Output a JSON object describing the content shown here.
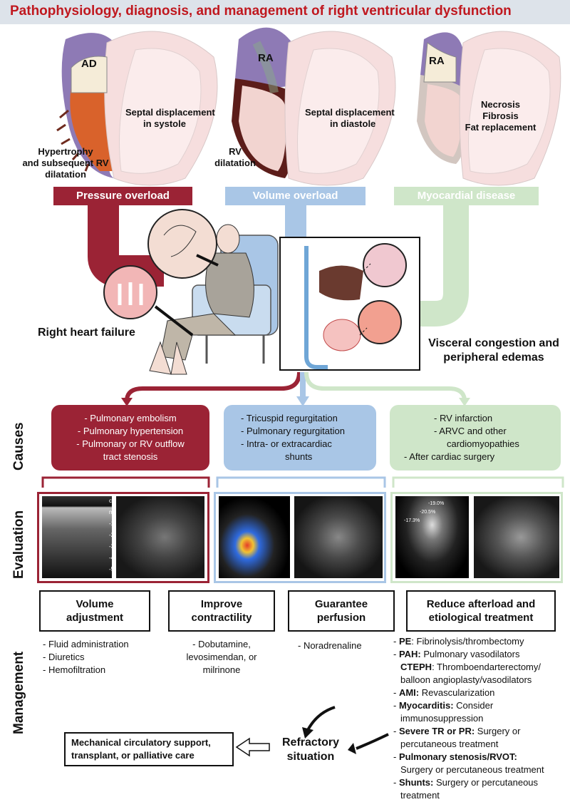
{
  "title": "Pathophysiology, diagnosis, and management of right ventricular dysfunction",
  "hearts": {
    "pressure": {
      "chamber": "AD",
      "septal": [
        "Septal displacement",
        "in systole"
      ],
      "rv": [
        "Hypertrophy",
        "and subsequent RV",
        "dilatation"
      ]
    },
    "volume": {
      "chamber": "RA",
      "septal": [
        "Septal displacement",
        "in diastole"
      ],
      "rv": [
        "RV",
        "dilatation"
      ]
    },
    "myocardial": {
      "chamber": "RA",
      "tissue": [
        "Necrosis",
        "Fibrosis",
        "Fat replacement"
      ]
    }
  },
  "categories": [
    "Pressure overload",
    "Volume overload",
    "Myocardial disease"
  ],
  "center": {
    "rhf": "Right heart failure",
    "congestion": [
      "Visceral congestion and",
      "peripheral edemas"
    ]
  },
  "sections": {
    "causes": "Causes",
    "evaluation": "Evaluation",
    "management": "Management"
  },
  "causes": {
    "pressure": [
      "- Pulmonary embolism",
      "- Pulmonary hypertension",
      "- Pulmonary or RV outflow",
      "tract stenosis"
    ],
    "volume": [
      "- Tricuspid regurgitation",
      "- Pulmonary regurgitation",
      "- Intra- or extracardiac",
      "shunts"
    ],
    "myocardial": [
      "- RV infarction",
      "- ARVC and other",
      "cardiomyopathies",
      "- After cardiac surgery"
    ]
  },
  "evaluation": {
    "doppler_scale": [
      "cm/s",
      "m/s",
      "-1.0",
      "-2.0",
      "-3.0",
      "-4.0",
      "-5.0"
    ],
    "strain_labels": [
      "-19.0%",
      "-20.5%",
      "-17.3%"
    ]
  },
  "management": {
    "boxes": [
      [
        "Volume",
        "adjustment"
      ],
      [
        "Improve",
        "contractility"
      ],
      [
        "Guarantee",
        "perfusion"
      ],
      [
        "Reduce afterload and",
        "etiological treatment"
      ]
    ],
    "volume_items": [
      "- Fluid administration",
      "- Diuretics",
      "- Hemofiltration"
    ],
    "contractility_items": [
      "- Dobutamine,",
      "levosimendan, or",
      "milrinone"
    ],
    "perfusion_items": [
      "- Noradrenaline"
    ],
    "afterload_items": [
      {
        "bold": "PE",
        "text": ": Fibrinolysis/thrombectomy"
      },
      {
        "bold": "PAH:",
        "text": " Pulmonary vasodilators"
      },
      {
        "bold": "CTEPH",
        "text": ": Thromboendarterectomy/"
      },
      {
        "bold": "",
        "text": "balloon angioplasty/vasodilators"
      },
      {
        "bold": "AMI:",
        "text": " Revascularization"
      },
      {
        "bold": "Myocarditis:",
        "text": " Consider"
      },
      {
        "bold": "",
        "text": "immunosuppression"
      },
      {
        "bold": "Severe TR or PR:",
        "text": " Surgery or"
      },
      {
        "bold": "",
        "text": "percutaneous treatment"
      },
      {
        "bold": "Pulmonary stenosis/RVOT:",
        "text": ""
      },
      {
        "bold": "",
        "text": "Surgery or percutaneous treatment"
      },
      {
        "bold": "Shunts:",
        "text": " Surgery or percutaneous"
      },
      {
        "bold": "",
        "text": "treatment"
      }
    ],
    "refractory": [
      "Refractory",
      "situation"
    ],
    "mcs": [
      "Mechanical circulatory support,",
      "transplant, or palliative care"
    ]
  },
  "colors": {
    "pressure": "#9b2335",
    "volume": "#a9c6e6",
    "myocardial": "#cfe6c9",
    "title_red": "#c0181f"
  }
}
